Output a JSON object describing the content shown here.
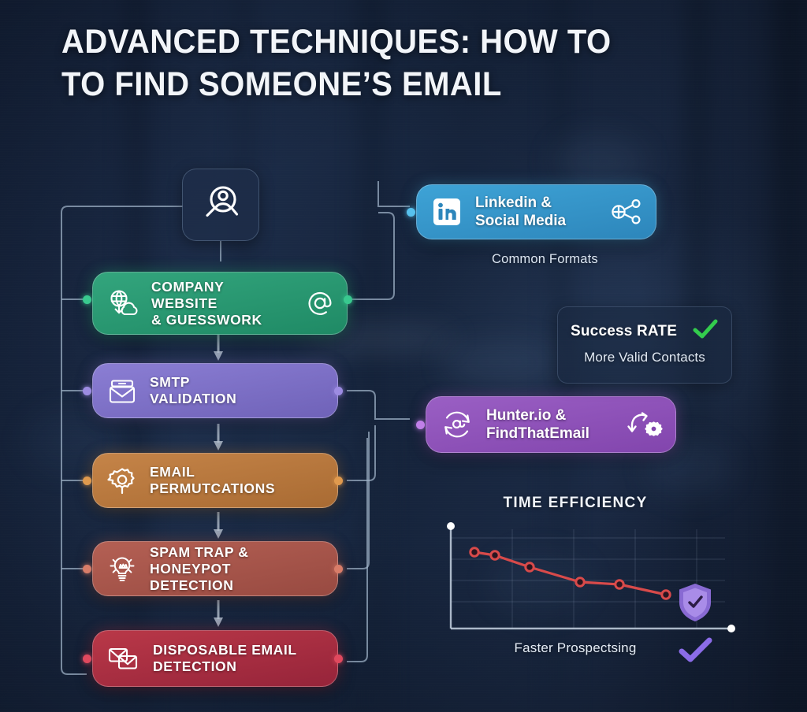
{
  "meta": {
    "title_line1": "ADVANCED TECHNIQUES: HOW TO",
    "title_line2": "TO FIND SOMEONE’S EMAIL",
    "title_full": "ADVANCED TECHNIQUES: HOW TO\nTO FIND SOMEONE’S EMAIL"
  },
  "colors": {
    "background_dark": "#17253f",
    "background_mid": "#1c2c48",
    "green": "#2b996f",
    "purple": "#7b6fc4",
    "orange": "#b5743c",
    "terracotta": "#a85448",
    "crimson": "#a9303f",
    "blue": "#3592c8",
    "violet": "#8f4fba",
    "line_red": "#d84a4a",
    "check_green": "#33cc4d",
    "check_violet": "#8b6ce8",
    "wire": "#9fb3c8",
    "text_light": "#f2f5f9"
  },
  "start_node": {
    "icon": "person-search-icon"
  },
  "flow_steps": [
    {
      "id": "company-website",
      "label": "COMPANY WEBSITE\n& GUESSWORK",
      "color": "#2b996f",
      "theme": "c-green",
      "left_icon": "globe-cloud-download-icon",
      "right_icon": "at-sign-icon"
    },
    {
      "id": "smtp-validation",
      "label": "SMTP\nVALIDATION",
      "color": "#7b6fc4",
      "theme": "c-purple",
      "left_icon": "envelope-briefcase-icon",
      "right_icon": ""
    },
    {
      "id": "email-permutations",
      "label": "EMAIL\nPERMUTCATIONS",
      "color": "#b5743c",
      "theme": "c-orange",
      "left_icon": "gear-icon",
      "right_icon": ""
    },
    {
      "id": "spam-trap-honeypot",
      "label": "SPAM TRAP & HONEYPOT\nDETECTION",
      "color": "#a85448",
      "theme": "c-terra",
      "left_icon": "lightbulb-idea-icon",
      "right_icon": ""
    },
    {
      "id": "disposable-email",
      "label": "DISPOSABLE EMAIL\nDETECTION",
      "color": "#a9303f",
      "theme": "c-crimson",
      "left_icon": "double-envelope-icon",
      "right_icon": ""
    }
  ],
  "outputs": [
    {
      "id": "linkedin-social",
      "label": "Linkedin &\nSocial Media",
      "color": "#3592c8",
      "theme": "c-blue",
      "left_icon": "linkedin-icon",
      "right_icon": "share-network-icon",
      "caption": "Common Formats"
    },
    {
      "id": "hunter-findthatemail",
      "label": "Hunter.io &\nFindThatEmail",
      "color": "#8f4fba",
      "theme": "c-violet",
      "left_icon": "at-refresh-icon",
      "right_icon": "arrow-gear-icon",
      "caption": ""
    }
  ],
  "stat_card": {
    "title": "Success RATE",
    "subtitle": "More Valid Contacts",
    "check_icon": "check-icon",
    "check_color": "#33cc4d"
  },
  "chart_data": {
    "type": "line",
    "title": "TIME EFFICIENCY",
    "xlabel": "Faster Prospectsing",
    "ylabel": "",
    "x": [
      1,
      2,
      3,
      4,
      5,
      6
    ],
    "values": [
      72,
      69,
      58,
      44,
      42,
      30
    ],
    "series": [
      {
        "name": "Time spent",
        "values": [
          72,
          69,
          58,
          44,
          42,
          30
        ]
      }
    ],
    "ylim": [
      0,
      100
    ],
    "xlim": [
      0,
      7
    ],
    "grid": true,
    "legend": "none",
    "line_color": "#d84a4a",
    "marker": "circle-open",
    "annotations": [
      {
        "icon": "shield-check-icon",
        "color": "#9b7ae0"
      },
      {
        "icon": "check-icon",
        "color": "#8b6ce8"
      }
    ]
  }
}
